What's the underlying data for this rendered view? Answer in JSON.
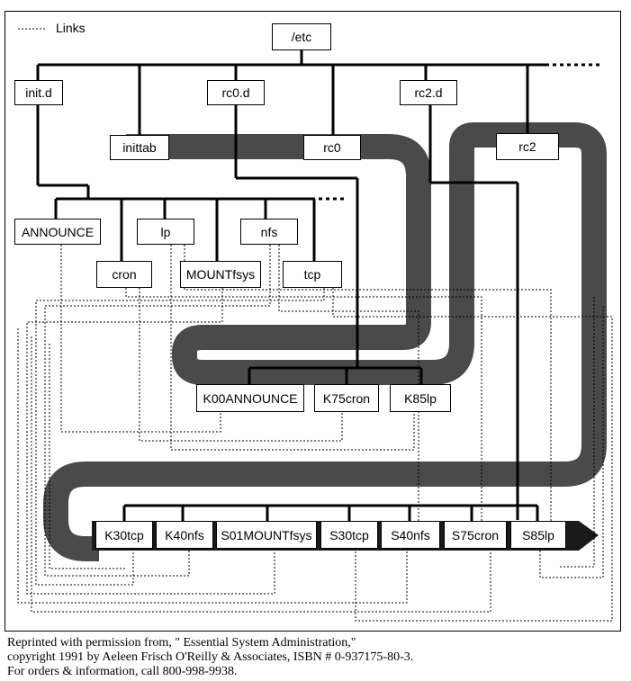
{
  "legend": {
    "label": "Links"
  },
  "nodes": {
    "etc": "/etc",
    "init_d": "init.d",
    "rc0_d": "rc0.d",
    "rc2_d": "rc2.d",
    "inittab": "inittab",
    "rc0": "rc0",
    "rc2": "rc2",
    "announce": "ANNOUNCE",
    "lp": "lp",
    "nfs": "nfs",
    "cron": "cron",
    "mountfsys": "MOUNTfsys",
    "tcp": "tcp",
    "k00announce": "K00ANNOUNCE",
    "k75cron": "K75cron",
    "k85lp": "K85lp",
    "k30tcp": "K30tcp",
    "k40nfs": "K40nfs",
    "s01mountfsys": "S01MOUNTfsys",
    "s30tcp": "S30tcp",
    "s40nfs": "S40nfs",
    "s75cron": "S75cron",
    "s85lp": "S85lp"
  },
  "credit": {
    "line1": "Reprinted with permission from, \" Essential System Administration,\"",
    "line2": "copyright 1991 by Aeleen Frisch O'Reilly & Associates, ISBN # 0-937175-80-3.",
    "line3": "For orders & information, call 800-998-9938."
  },
  "colors": {
    "band": "#4a4a4a",
    "line": "#000000",
    "background": "#ffffff"
  }
}
